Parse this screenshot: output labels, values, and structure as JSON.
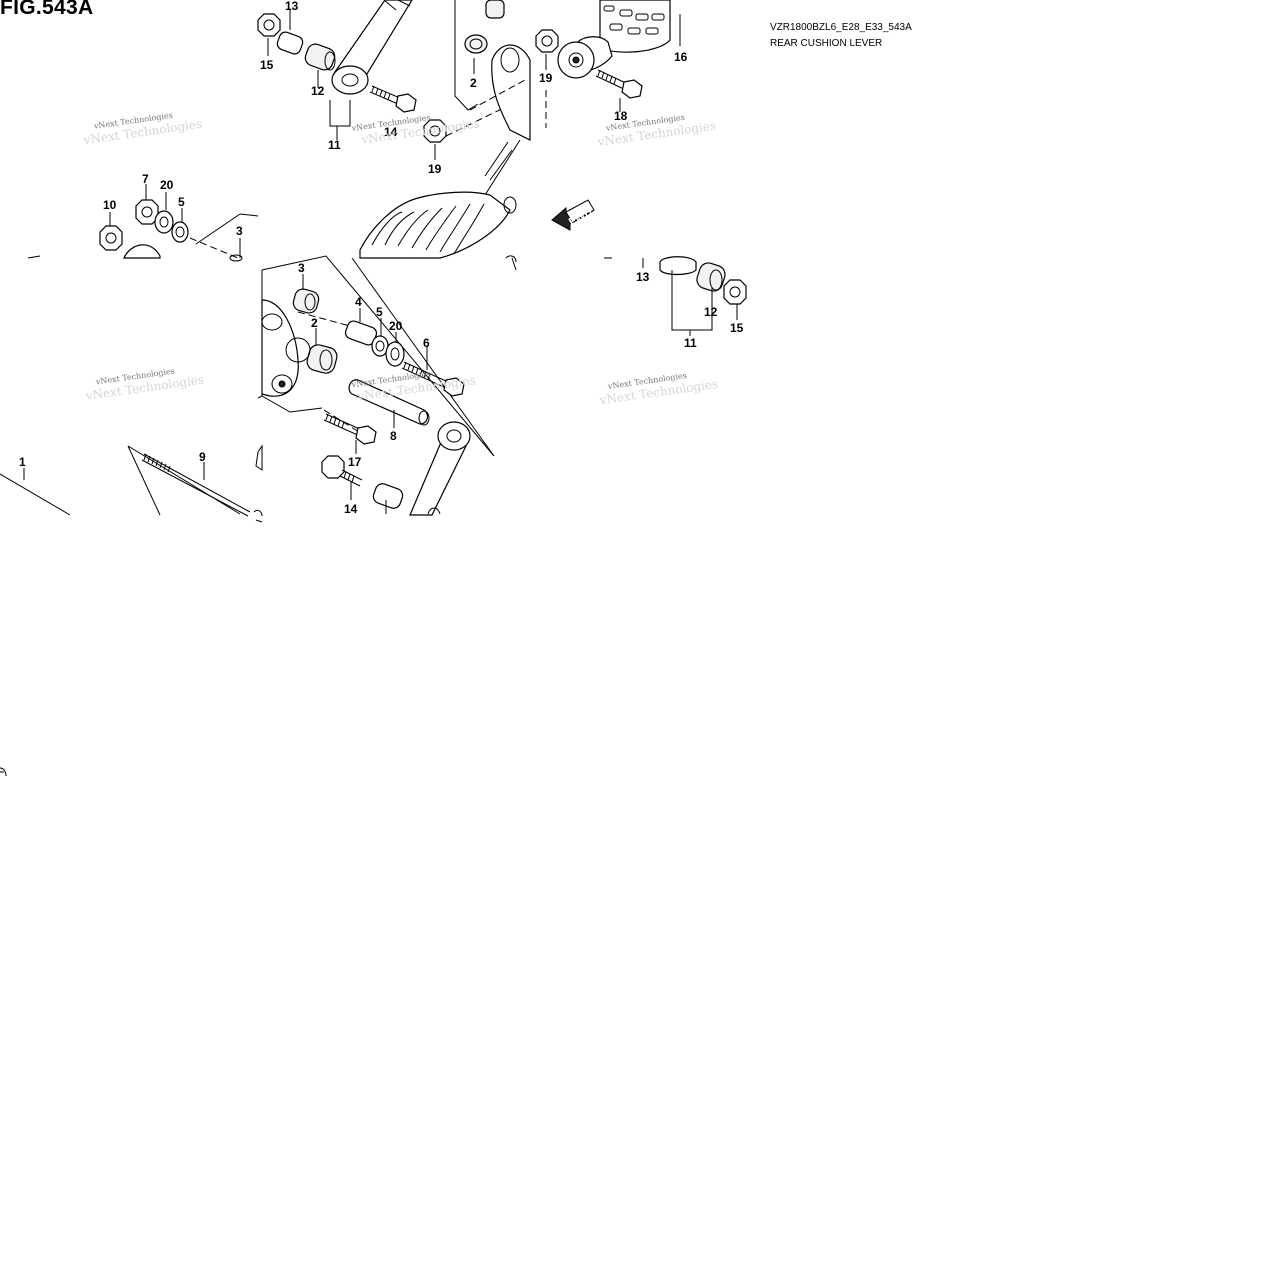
{
  "figure": {
    "title": "FIG.543A",
    "code": "VZR1800BZL6_E28_E33_543A",
    "subtitle": "REAR CUSHION LEVER",
    "fwd_label": "FWD"
  },
  "watermark": {
    "line1": "vNext Technologies",
    "line2": "vNext Technologies"
  },
  "callouts": {
    "top_13": "13",
    "top_15": "15",
    "top_12": "12",
    "top_11": "11",
    "top_14": "14",
    "top_19a": "19",
    "top_2": "2",
    "top_19b": "19",
    "top_16": "16",
    "top_18": "18",
    "mid_7": "7",
    "mid_20": "20",
    "mid_5": "5",
    "mid_10": "10",
    "mid_3": "3",
    "r_13": "13",
    "r_12": "12",
    "r_15": "15",
    "r_11": "11",
    "low_3": "3",
    "low_2": "2",
    "low_4": "4",
    "low_5": "5",
    "low_20": "20",
    "low_6": "6",
    "low_8": "8",
    "low_17": "17",
    "low_14": "14",
    "low_1": "1",
    "low_9": "9"
  }
}
